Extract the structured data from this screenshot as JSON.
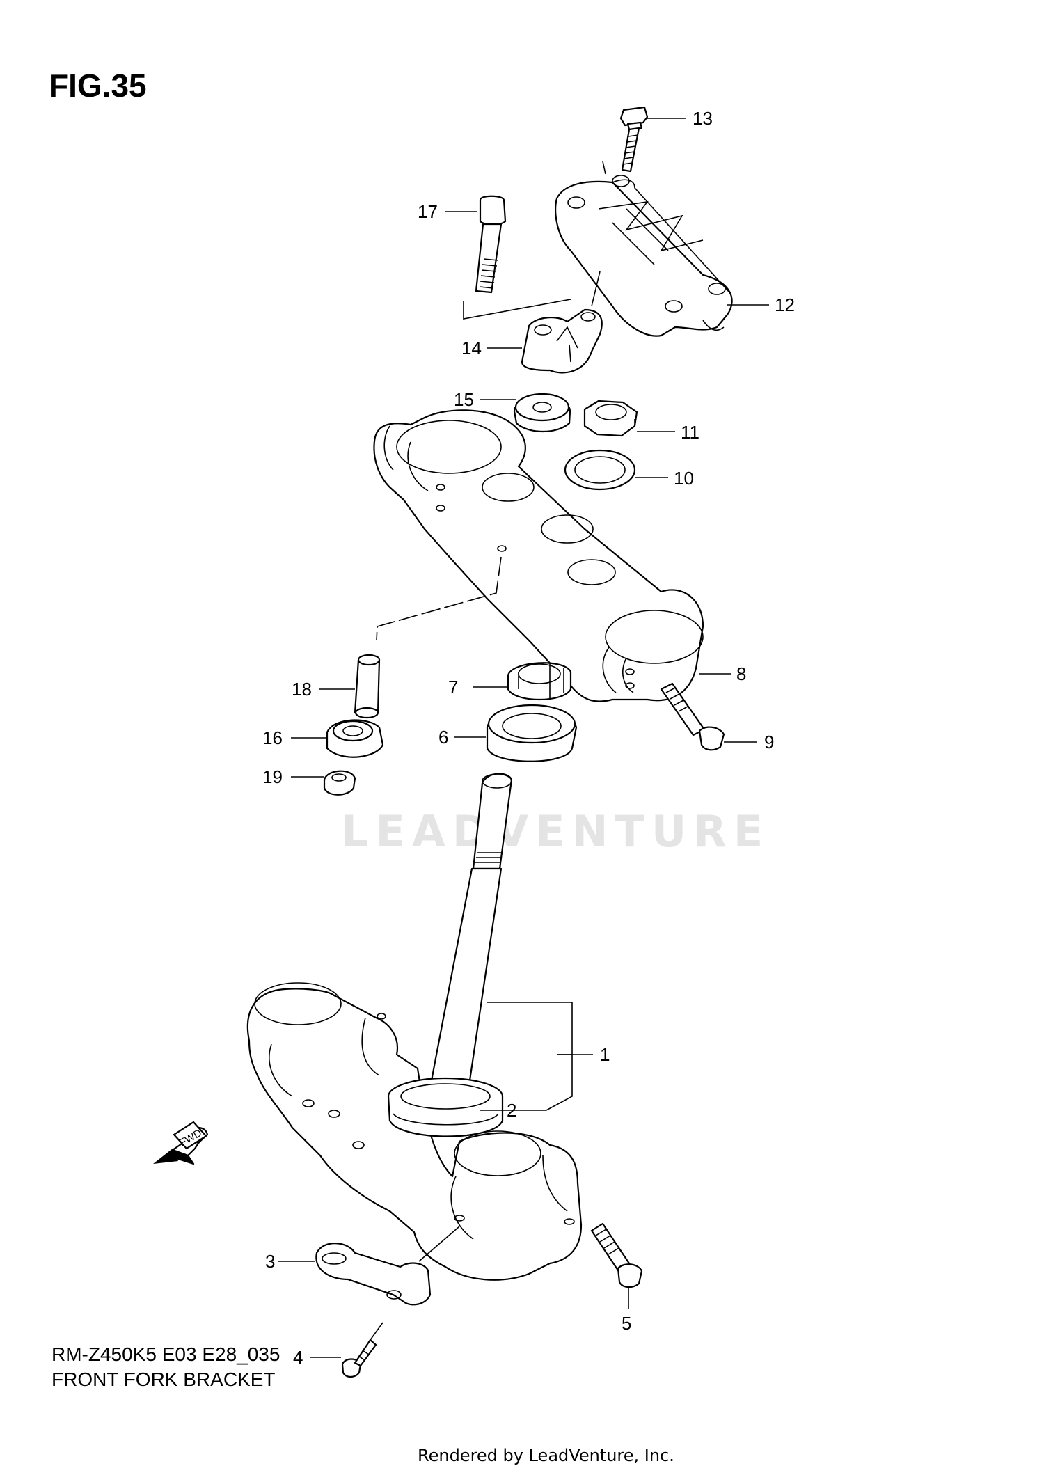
{
  "figure": {
    "title": "FIG.35",
    "model_code": "RM-Z450K5 E03 E28_035",
    "name": "FRONT FORK BRACKET"
  },
  "watermark": "LEADVENTURE",
  "credit": "Rendered by LeadVenture, Inc.",
  "direction_marker": "FWD",
  "callouts": [
    "1",
    "2",
    "3",
    "4",
    "5",
    "6",
    "7",
    "8",
    "9",
    "10",
    "11",
    "12",
    "13",
    "14",
    "15",
    "16",
    "17",
    "18",
    "19"
  ]
}
